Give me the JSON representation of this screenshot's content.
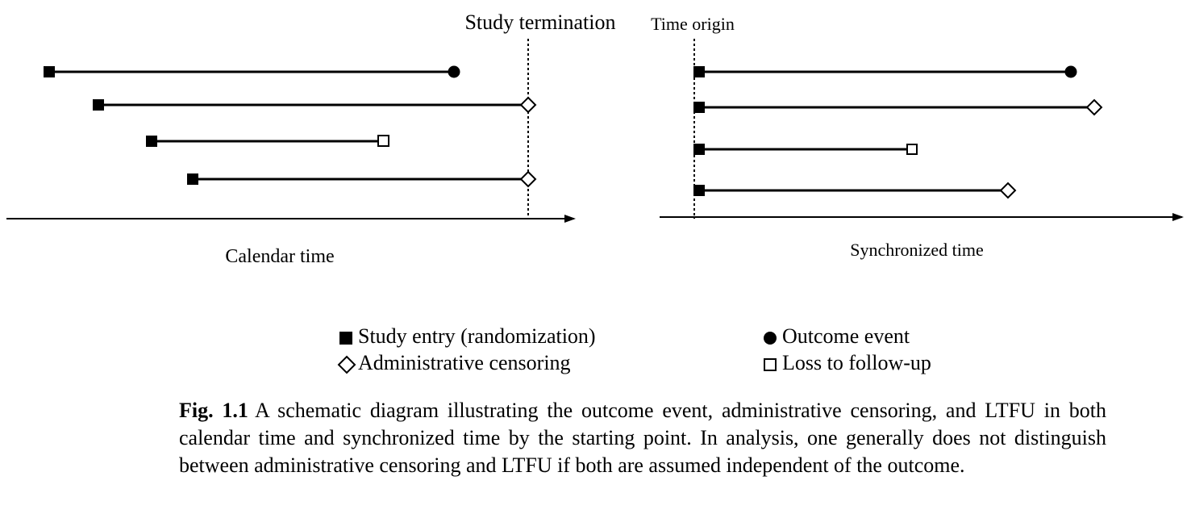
{
  "left_panel": {
    "axis_label": "Calendar time",
    "reference_label": "Study termination"
  },
  "right_panel": {
    "axis_label": "Synchronized time",
    "reference_label": "Time origin"
  },
  "legend": {
    "study_entry": "Study entry (randomization)",
    "outcome_event": "Outcome event",
    "administrative_censoring": "Administrative censoring",
    "loss_to_follow_up": "Loss to follow-up"
  },
  "caption": {
    "label": "Fig. 1.1",
    "text": "A schematic diagram illustrating the outcome event, administrative censoring, and LTFU in both calendar time and synchronized time by the starting point. In analysis, one generally does not distinguish between administrative censoring and LTFU if both are assumed independent of the outcome."
  }
}
